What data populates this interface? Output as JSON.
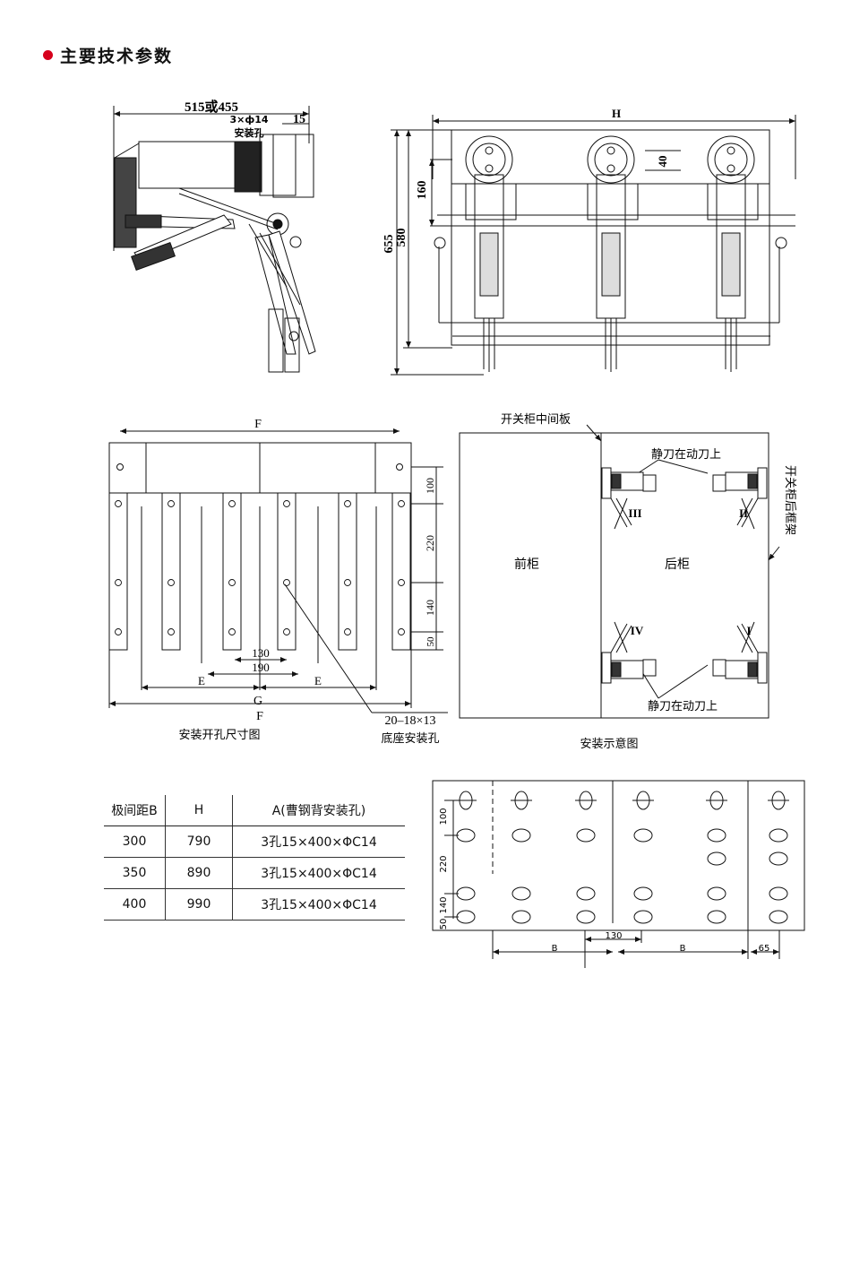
{
  "heading": "主要技术参数",
  "side_view": {
    "dim_top": "515或455",
    "hole_label_line1": "3×ф14",
    "hole_label_line2": "安装孔",
    "dim_15": "15"
  },
  "front_view": {
    "dim_H": "H",
    "dim_655": "655",
    "dim_580": "580",
    "dim_160": "160",
    "dim_40": "40"
  },
  "base_drawing": {
    "dim_F_top": "F",
    "dim_F_bottom": "F",
    "dim_G": "G",
    "dim_E_left": "E",
    "dim_E_right": "E",
    "dim_130": "130",
    "dim_190": "190",
    "dim_100": "100",
    "dim_220": "220",
    "dim_140": "140",
    "dim_50": "50",
    "hole_note_line1": "20–18×13",
    "hole_note_line2": "底座安装孔",
    "caption": "安装开孔尺寸图"
  },
  "install_diagram": {
    "label_mid_panel": "开关柜中间板",
    "label_top": "静刀在动刀上",
    "label_bottom": "静刀在动刀上",
    "label_rear_frame": "开关柜后框架",
    "label_front": "前柜",
    "label_rear": "后柜",
    "pole_III": "III",
    "pole_II": "II",
    "pole_IV": "IV",
    "pole_I": "I",
    "caption": "安装示意图"
  },
  "spec_table": {
    "headers": [
      "极间距B",
      "H",
      "A(曹钢背安装孔)"
    ],
    "rows": [
      [
        "300",
        "790",
        "3孔15×400×ΦC14"
      ],
      [
        "350",
        "890",
        "3孔15×400×ΦC14"
      ],
      [
        "400",
        "990",
        "3孔15×400×ΦC14"
      ]
    ]
  },
  "hole_pattern": {
    "dim_100": "100",
    "dim_220": "220",
    "dim_140": "140",
    "dim_50": "50",
    "dim_130": "130",
    "dim_B_left": "B",
    "dim_B_right": "B",
    "dim_65": "65"
  }
}
